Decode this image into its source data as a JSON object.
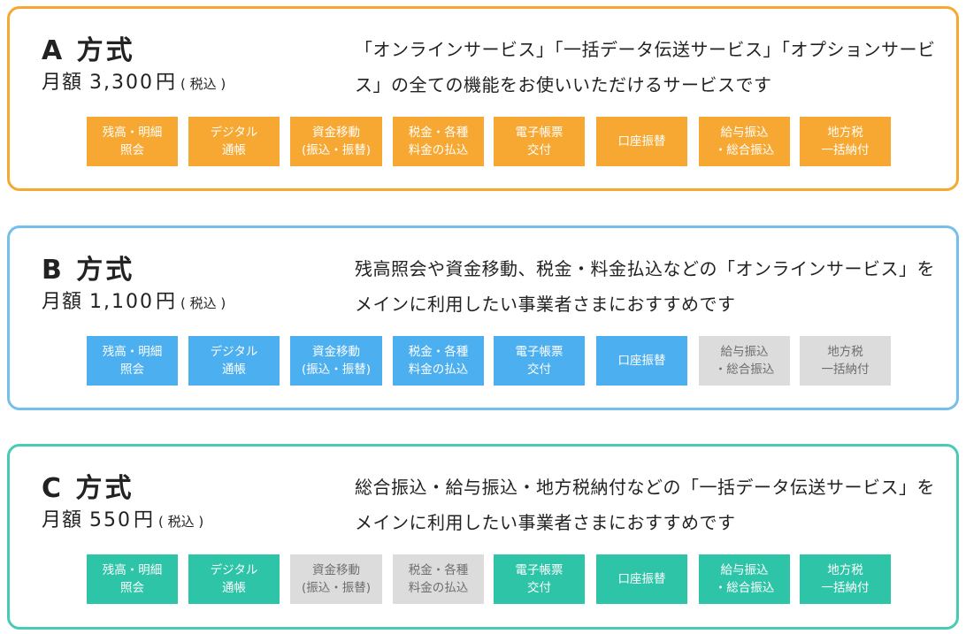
{
  "plans": [
    {
      "title": "A 方式",
      "price_label": "月額",
      "price_amount": "3,300",
      "price_unit": "円",
      "price_tax": "( 税込 )",
      "description": "「オンラインサービス」「一括データ伝送サービス」「オプションサービス」の全ての機能をお使いいただけるサービスです",
      "accent_color": "#f7a832",
      "services": [
        {
          "label": "残高・明細\n照会",
          "enabled": true
        },
        {
          "label": "デジタル\n通帳",
          "enabled": true
        },
        {
          "label": "資金移動\n(振込・振替)",
          "enabled": true
        },
        {
          "label": "税金・各種\n料金の払込",
          "enabled": true
        },
        {
          "label": "電子帳票\n交付",
          "enabled": true
        },
        {
          "label": "口座振替",
          "enabled": true
        },
        {
          "label": "給与振込\n・総合振込",
          "enabled": true
        },
        {
          "label": "地方税\n一括納付",
          "enabled": true
        }
      ]
    },
    {
      "title": "B 方式",
      "price_label": "月額",
      "price_amount": "1,100",
      "price_unit": "円",
      "price_tax": "( 税込 )",
      "description": "残高照会や資金移動、税金・料金払込などの「オンラインサービス」をメインに利用したい事業者さまにおすすめです",
      "accent_color": "#4cafef",
      "services": [
        {
          "label": "残高・明細\n照会",
          "enabled": true
        },
        {
          "label": "デジタル\n通帳",
          "enabled": true
        },
        {
          "label": "資金移動\n(振込・振替)",
          "enabled": true
        },
        {
          "label": "税金・各種\n料金の払込",
          "enabled": true
        },
        {
          "label": "電子帳票\n交付",
          "enabled": true
        },
        {
          "label": "口座振替",
          "enabled": true
        },
        {
          "label": "給与振込\n・総合振込",
          "enabled": false
        },
        {
          "label": "地方税\n一括納付",
          "enabled": false
        }
      ]
    },
    {
      "title": "C 方式",
      "price_label": "月額",
      "price_amount": "550",
      "price_unit": "円",
      "price_tax": "( 税込 )",
      "description": "総合振込・給与振込・地方税納付などの「一括データ伝送サービス」をメインに利用したい事業者さまにおすすめです",
      "accent_color": "#2ec4a8",
      "services": [
        {
          "label": "残高・明細\n照会",
          "enabled": true
        },
        {
          "label": "デジタル\n通帳",
          "enabled": true
        },
        {
          "label": "資金移動\n(振込・振替)",
          "enabled": false
        },
        {
          "label": "税金・各種\n料金の払込",
          "enabled": false
        },
        {
          "label": "電子帳票\n交付",
          "enabled": true
        },
        {
          "label": "口座振替",
          "enabled": true
        },
        {
          "label": "給与振込\n・総合振込",
          "enabled": true
        },
        {
          "label": "地方税\n一括納付",
          "enabled": true
        }
      ]
    }
  ]
}
